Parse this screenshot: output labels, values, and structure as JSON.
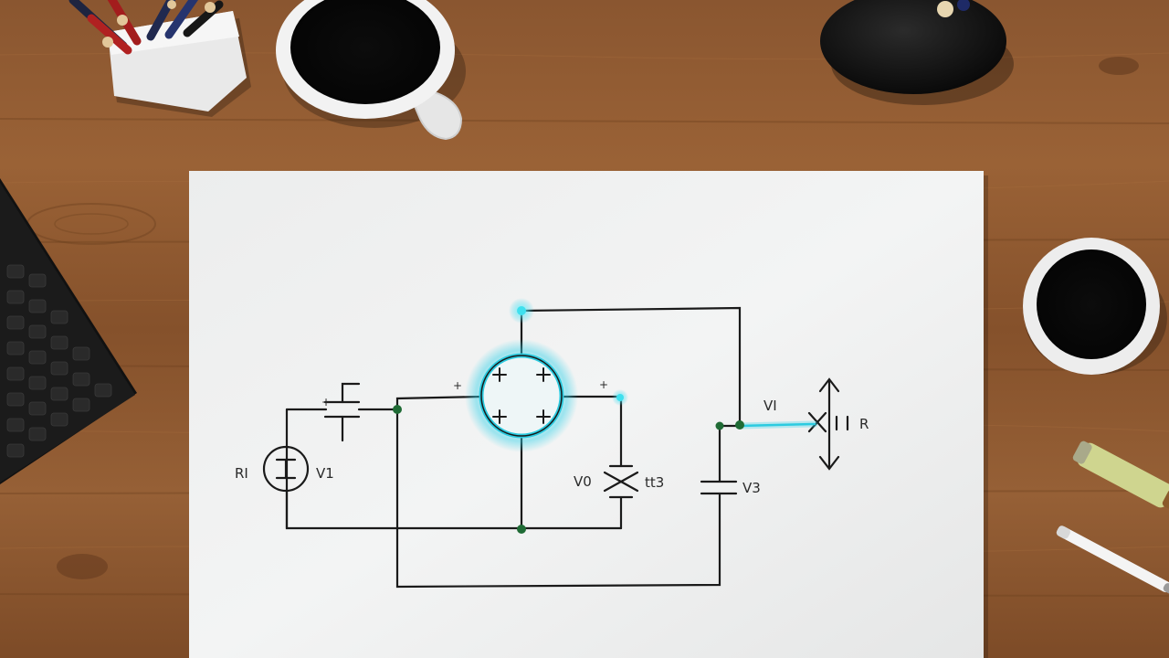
{
  "scene": {
    "title": "",
    "circuit_labels": {
      "source_left": "RI",
      "source_right": "V1",
      "diode_left": "V0",
      "diode_right": "tt3",
      "cap_right": "V3",
      "output_top": "VI",
      "output_right": "R",
      "plus_a": "+",
      "plus_b": "+",
      "plus_c": "+"
    }
  }
}
